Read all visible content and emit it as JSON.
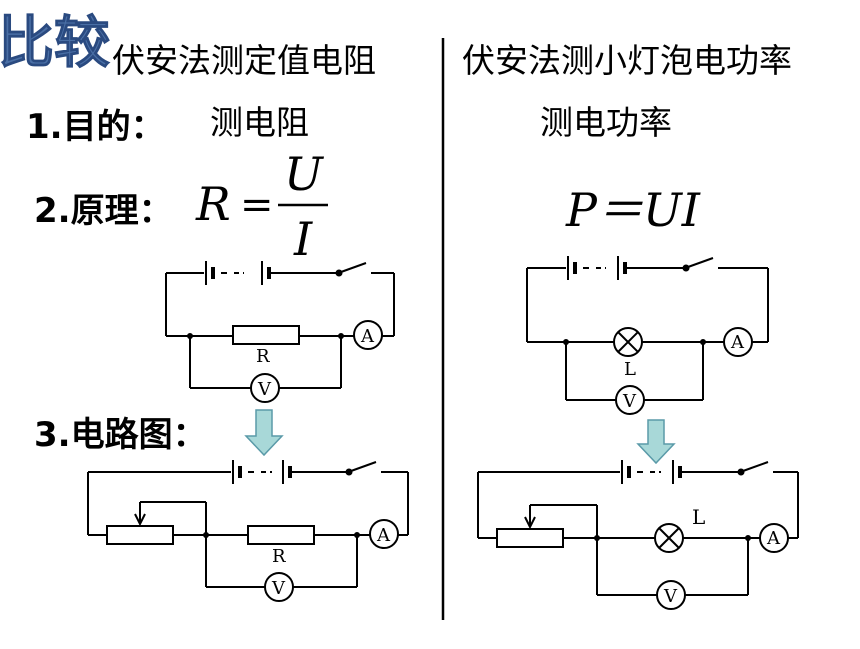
{
  "slide": {
    "title": "比较",
    "title_color": "#4a6fa5",
    "left_heading": "伏安法测定值电阻",
    "right_heading": "伏安法测小灯泡电功率",
    "rows": {
      "purpose_label": "1.目的：",
      "purpose_left": "测电阻",
      "purpose_right": "测电功率",
      "principle_label": "2.原理：",
      "circuit_label": "3.电路图："
    },
    "formulas": {
      "left_lhs": "R",
      "left_eq": "=",
      "left_num": "U",
      "left_den": "I",
      "right": "P＝UI"
    },
    "components": {
      "ammeter": "A",
      "voltmeter": "V",
      "resistor": "R",
      "lamp": "L"
    },
    "arrow_color": "#a8d8d8"
  }
}
